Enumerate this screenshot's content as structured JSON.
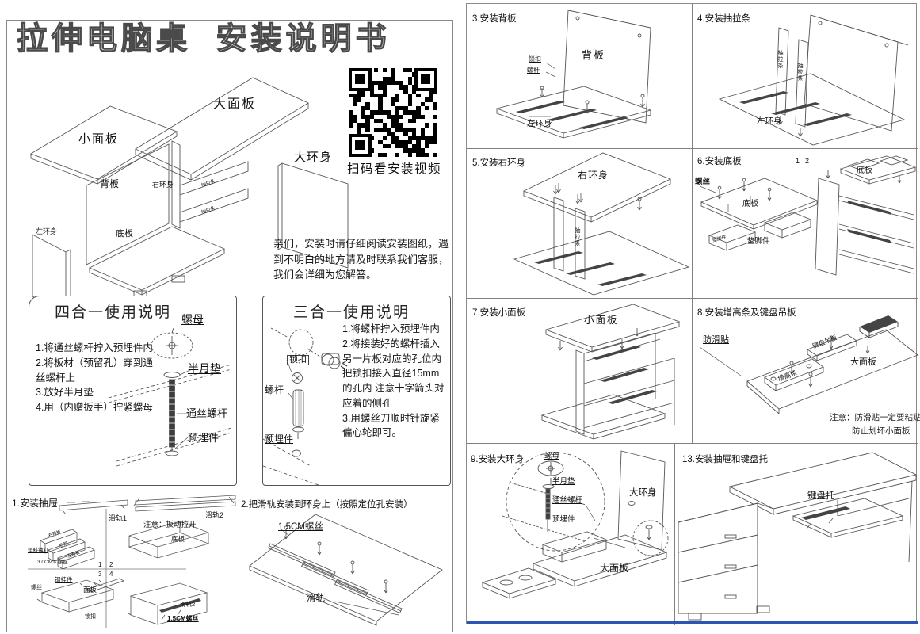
{
  "page": {
    "title": "拉伸电脑桌  安装说明书"
  },
  "qr": {
    "caption": "扫码看安装视频"
  },
  "notice": "亲们，安装时请仔细阅读安装图纸，遇到不明白的地方请及时联系我们客服，我们会详细为您解答。",
  "exploded": {
    "big_panel": "大面板",
    "small_panel": "小面板",
    "back_panel": "背板",
    "right_body": "右环身",
    "big_body": "大环身",
    "left_body": "左环身",
    "bottom_panel": "底板",
    "pull_strip_1": "抽拉条",
    "pull_strip_2": "抽拉条"
  },
  "four_in_one": {
    "title": "四合一使用说明",
    "steps": [
      "1.将通丝螺杆拧入预埋件内",
      "2.将板材（预留孔）穿到通丝螺杆上",
      "3.放好半月垫",
      "4.用（内赠扳手）拧紧螺母"
    ],
    "labels": {
      "nut": "螺母",
      "half_moon_washer": "半月垫",
      "threaded_rod": "通丝螺杆",
      "embedded_nut": "预埋件"
    }
  },
  "three_in_one": {
    "title": "三合一使用说明",
    "steps": [
      "1.将螺杆拧入预埋件内",
      "2.将接装好的螺杆插入另一片板对应的孔位内把锁扣接入直径15mm的孔内 注意十字箭头对应着的侧孔",
      "3.用螺丝刀顺时针旋紧偏心轮即可。"
    ],
    "labels": {
      "lock": "锁扣",
      "bolt": "螺杆",
      "embedded_nut": "预埋件"
    }
  },
  "drawer_section": {
    "title": "1.安装抽屉",
    "labels": {
      "rail1": "滑轨1",
      "rail2": "滑轨2",
      "pull_note": "注意：扳动拉开",
      "right_side": "右帮板",
      "back_side": "后帮",
      "left_side": "左帮板",
      "plastic_pin": "塑料锁钉",
      "wood_screw": "3.0CM木螺丝",
      "bottom_panel": "底板",
      "steel_hanger": "钢挂件",
      "screw": "螺丝",
      "front_panel": "面板",
      "lock": "锁扣",
      "rail2b": "滑轨2",
      "screw15": "1.5CM螺丝",
      "q1": "1",
      "q2": "2",
      "q3": "3",
      "q4": "4"
    }
  },
  "rail_section": {
    "title": "2.把滑轨安装到环身上（按照定位孔安装）",
    "labels": {
      "screw15": "1.5CM螺丝",
      "rail": "滑轨"
    }
  },
  "steps": {
    "s3": {
      "title": "3.安装背板",
      "labels": {
        "lock": "锁扣",
        "bolt": "螺杆",
        "back_panel": "背板",
        "left_body": "左环身"
      }
    },
    "s4": {
      "title": "4.安装抽拉条",
      "labels": {
        "strip1": "抽拉条",
        "strip2": "抽拉条",
        "left_body": "左环身"
      }
    },
    "s5": {
      "title": "5.安装右环身",
      "labels": {
        "right_body": "右环身",
        "strip": "抽拉条"
      }
    },
    "s6": {
      "title": "6.安装底板",
      "n1": "1",
      "n2": "2",
      "labels": {
        "screw": "螺丝",
        "bottom_panel_a": "底板",
        "foot_a": "垫脚件",
        "foot_b": "垫脚件",
        "bottom_panel_b": "底板"
      }
    },
    "s7": {
      "title": "7.安装小面板",
      "labels": {
        "small_panel": "小面板"
      }
    },
    "s8": {
      "title": "8.安装增高条及键盘吊板",
      "labels": {
        "antislip": "防滑贴",
        "keyboard_board": "键盘吊板",
        "big_panel": "大面板",
        "riser": "增高条"
      },
      "note1": "注意：防滑贴一定要粘贴",
      "note2": "防止划坏小面板"
    },
    "s9": {
      "title": "9.安装大环身",
      "labels": {
        "nut": "螺母",
        "half_moon_washer": "半月垫",
        "threaded_rod": "通丝螺杆",
        "embedded_nut": "预埋件",
        "big_body": "大环身",
        "big_panel": "大面板"
      }
    },
    "s13": {
      "title": "13.安装抽屉和键盘托",
      "labels": {
        "keyboard_tray": "键盘托"
      }
    }
  }
}
